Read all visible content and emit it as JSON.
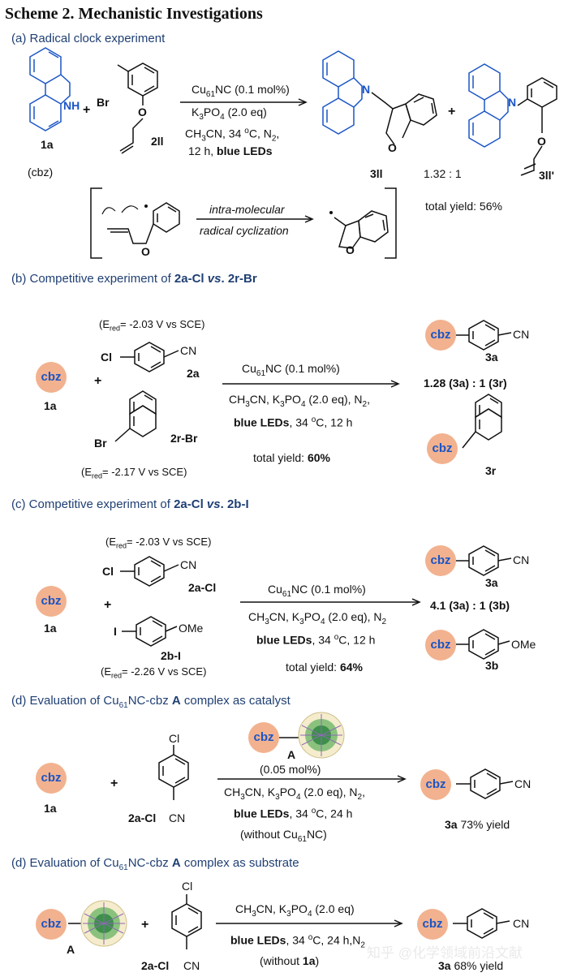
{
  "scheme_title": "Scheme 2. Mechanistic Investigations",
  "panel_a": {
    "header": "(a) Radical clock experiment",
    "nh_label": "NH",
    "br_label": "Br",
    "o_label": "O",
    "label_1a": "1a",
    "cbz_note": "(cbz)",
    "label_2ll": "2ll",
    "plus": "+",
    "cond_1": "Cu",
    "cond_1_sub": "61",
    "cond_1_rest": "NC (0.1 mol%)",
    "cond_2": "K",
    "cond_2_sub": "3",
    "cond_2_mid": "PO",
    "cond_2_sub2": "4",
    "cond_2_rest": " (2.0 eq)",
    "cond_3": "CH",
    "cond_3_sub": "3",
    "cond_3_mid": "CN, 34 ",
    "cond_3_sup": "o",
    "cond_3_rest": "C, N",
    "cond_3_sub2": "2",
    "cond_3_end": ",",
    "cond_4": "12 h, ",
    "cond_4_bold": "blue LEDs",
    "n_label": "N",
    "label_3ll": "3ll",
    "label_3ll_prime": "3ll'",
    "ratio": "1.32 : 1",
    "total_yield": "total yield: 56%",
    "intra_1": "intra-molecular",
    "intra_2": "radical cyclization"
  },
  "panel_b": {
    "header": "(b) Competitive experiment of ",
    "header_b1": "2a-Cl",
    "header_vs": " vs",
    "header_dot": ". ",
    "header_b2": "2r-Br",
    "ered_1_a": "(E",
    "ered_1_sub": "red",
    "ered_1_b": "= -2.03 V vs SCE)",
    "cl_label": "Cl",
    "cn_label": "CN",
    "label_2a": "2a",
    "cbz": "cbz",
    "label_1a": "1a",
    "plus": "+",
    "br_label": "Br",
    "label_2rbr": "2r-Br",
    "ered_2_b": "= -2.17 V vs SCE)",
    "cond_1_rest": "NC (0.1 mol%)",
    "cond_2": "CH",
    "cond_2_mid": "CN, K",
    "cond_2_mid2": "PO",
    "cond_2_rest": " (2.0 eq), N",
    "cond_3_bold": "blue LEDs",
    "cond_3_rest": ", 34 ",
    "cond_3_end": "C, 12 h",
    "yield_a": "total yield: ",
    "yield_b": "60%",
    "label_3a": "3a",
    "label_3r": "3r",
    "ratio": "1.28 (3a) : 1 (3r)"
  },
  "panel_c": {
    "header": "(c) Competitive experiment of ",
    "header_b1": "2a-Cl",
    "header_vs": " vs",
    "header_dot": ". ",
    "header_b2": "2b-I",
    "ered_1_b": "= -2.03 V vs SCE)",
    "label_2acl": "2a-Cl",
    "i_label": "I",
    "ome_label": "OMe",
    "label_2bi": "2b-I",
    "ered_2_b": "= -2.26 V vs SCE)",
    "yield_b": "64%",
    "ratio": "4.1 (3a) : 1 (3b)",
    "label_3b": "3b"
  },
  "panel_d": {
    "header_a": "(d) Evaluation of Cu",
    "header_b": "NC-cbz ",
    "header_bold": "A",
    "header_c": " complex as catalyst",
    "label_A": "A",
    "loading": "(0.05 mol%)",
    "cond_3_end": "C, 24 h",
    "without_a": "(without Cu",
    "without_b": "NC)",
    "yield_label": "3a",
    "yield_rest": " 73% yield"
  },
  "panel_e": {
    "header_c": " complex as substrate",
    "cond_1_a": "CH",
    "cond_1_b": "CN, K",
    "cond_1_c": "PO",
    "cond_1_d": " (2.0 eq)",
    "cond_2_bold": "blue LEDs",
    "cond_2_a": ", 34 ",
    "cond_2_b": "C, 24 h,N",
    "without_a": "(without ",
    "without_bold": "1a",
    "without_b": ")",
    "yield_label": "3a",
    "yield_rest": " 68% yield"
  },
  "watermark": "知乎 @化学领域前沿文献"
}
